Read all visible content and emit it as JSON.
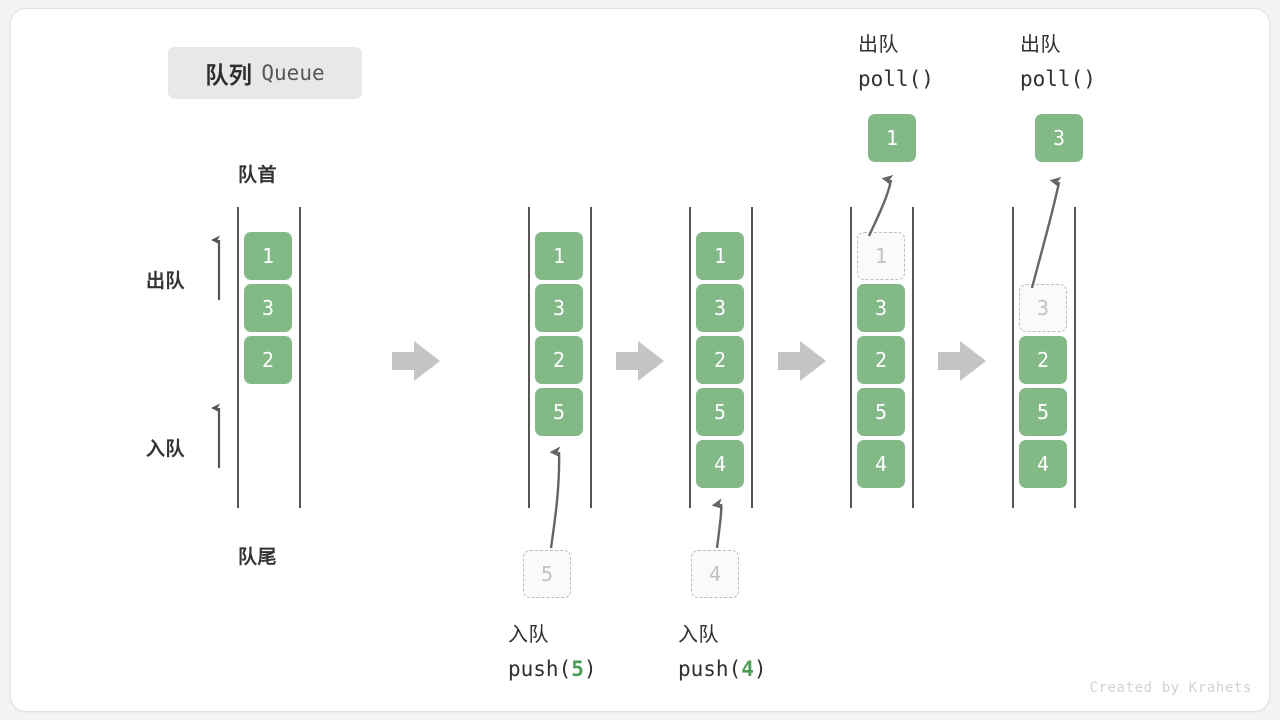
{
  "title": {
    "cn": "队列",
    "en": "Queue"
  },
  "labels": {
    "head": "队首",
    "tail": "队尾",
    "dequeue": "出队",
    "enqueue": "入队"
  },
  "watermark": "Created by Krahets",
  "colors": {
    "cell_fill": "#82b987",
    "cell_text": "#ffffff",
    "ghost_fill": "#fafafa",
    "ghost_border": "#bdbdbd",
    "ghost_text": "#c2c2c2",
    "rail": "#555555",
    "arrow_gray": "#c4c4c4",
    "curve_arrow": "#666666",
    "badge_bg": "#e8e8e8",
    "accent_green": "#4a9c57",
    "card_bg": "#ffffff",
    "page_bg": "#f4f4f4"
  },
  "side_arrows": [
    {
      "name": "dequeue",
      "label": "出队"
    },
    {
      "name": "enqueue",
      "label": "入队"
    }
  ],
  "columns": [
    {
      "id": "initial",
      "cells": [
        "1",
        "3",
        "2"
      ],
      "ghost": null,
      "extracted": null,
      "op_line1": null,
      "op_line2": null,
      "op_value": null
    },
    {
      "id": "push-5",
      "cells": [
        "1",
        "3",
        "2",
        "5"
      ],
      "ghost": "5",
      "extracted": null,
      "op_line1": "入队",
      "op_line2_prefix": "push(",
      "op_value": "5",
      "op_line2_suffix": ")"
    },
    {
      "id": "push-4",
      "cells": [
        "1",
        "3",
        "2",
        "5",
        "4"
      ],
      "ghost": "4",
      "extracted": null,
      "op_line1": "入队",
      "op_line2_prefix": "push(",
      "op_value": "4",
      "op_line2_suffix": ")"
    },
    {
      "id": "poll-1",
      "cells": [
        "3",
        "2",
        "5",
        "4"
      ],
      "ghost": "1",
      "extracted": "1",
      "op_line1": "出队",
      "op_line2_prefix": "poll(",
      "op_value": "",
      "op_line2_suffix": ")"
    },
    {
      "id": "poll-3",
      "cells": [
        "2",
        "5",
        "4"
      ],
      "ghost": "3",
      "extracted": "3",
      "op_line1": "出队",
      "op_line2_prefix": "poll(",
      "op_value": "",
      "op_line2_suffix": ")"
    }
  ],
  "transition_arrows": 4
}
